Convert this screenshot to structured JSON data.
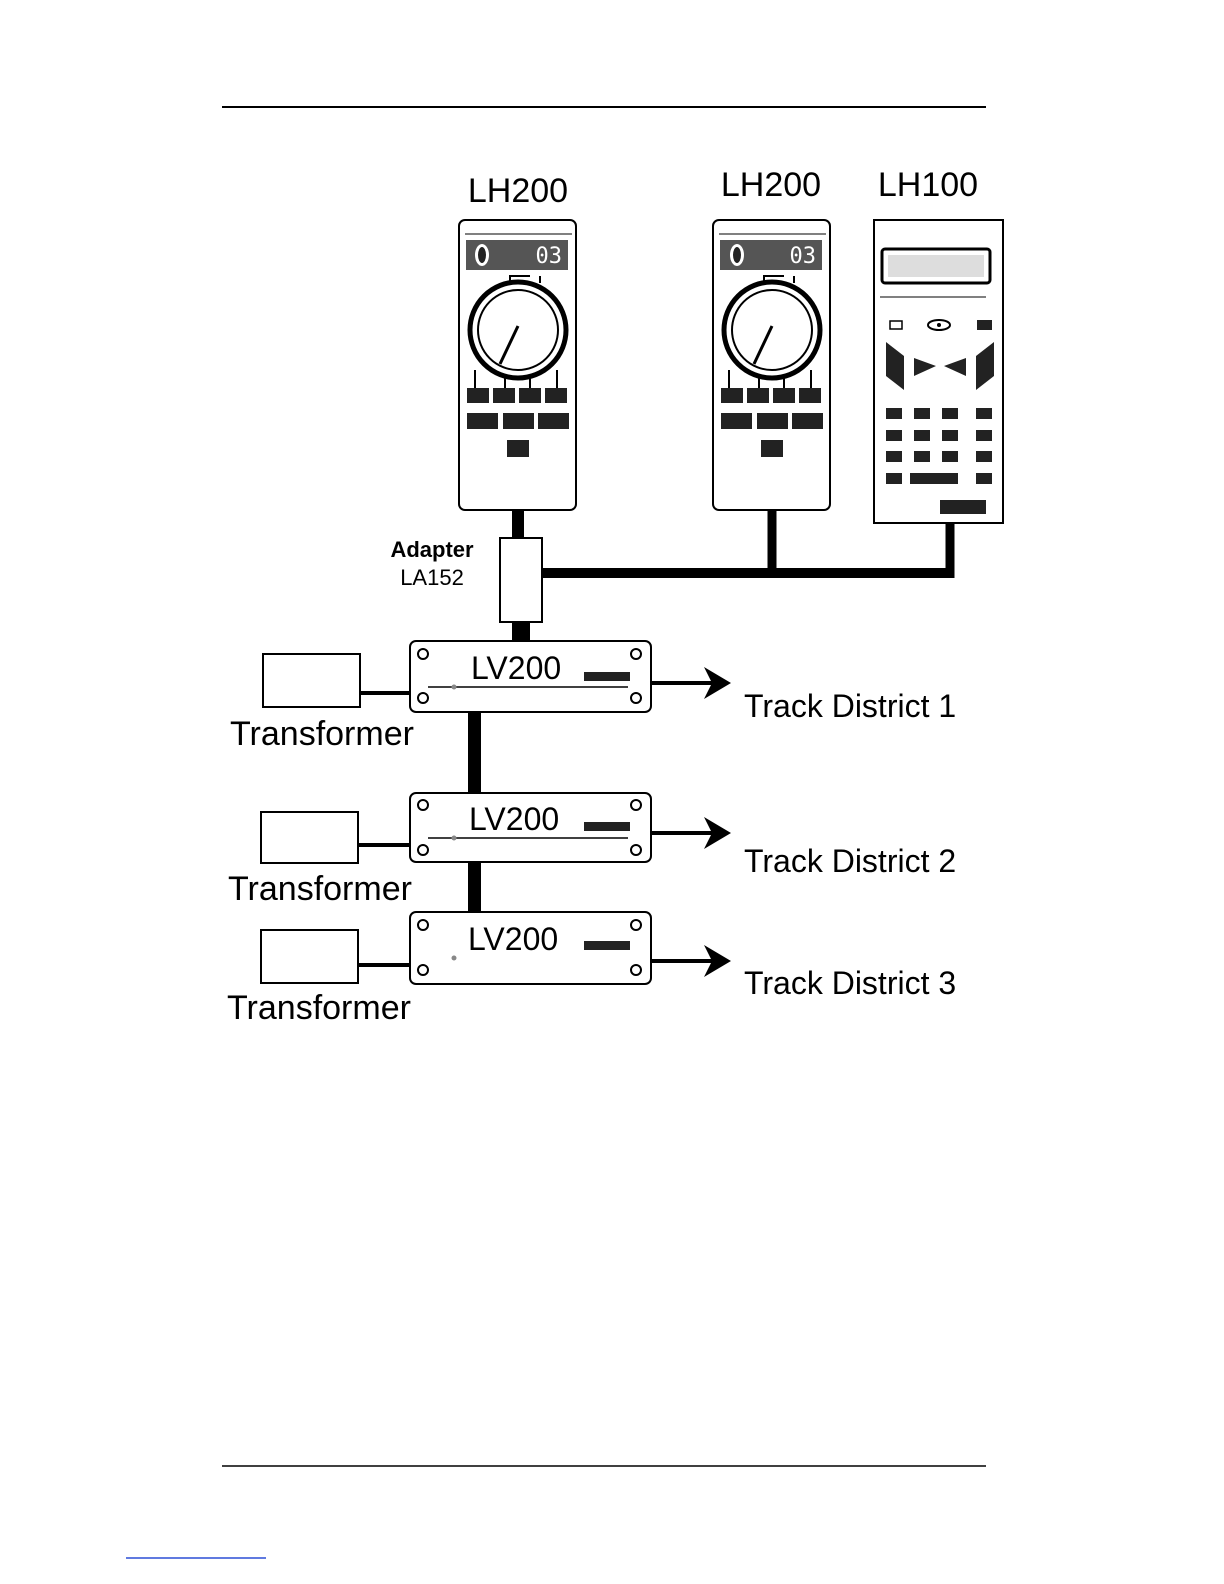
{
  "devices": {
    "handheld_1": {
      "label": "LH200",
      "display": "03"
    },
    "handheld_2": {
      "label": "LH200",
      "display": "03"
    },
    "handheld_3": {
      "label": "LH100"
    },
    "adapter": {
      "label_line1": "Adapter",
      "label_line2": "LA152"
    },
    "amplifiers": [
      {
        "label": "LV200",
        "transformer": "Transformer",
        "output": "Track District 1"
      },
      {
        "label": "LV200",
        "transformer": "Transformer",
        "output": "Track District 2"
      },
      {
        "label": "LV200",
        "transformer": "Transformer",
        "output": "Track District 3"
      }
    ]
  },
  "colors": {
    "ink": "#000000",
    "paper": "#ffffff",
    "display": "#555555"
  }
}
